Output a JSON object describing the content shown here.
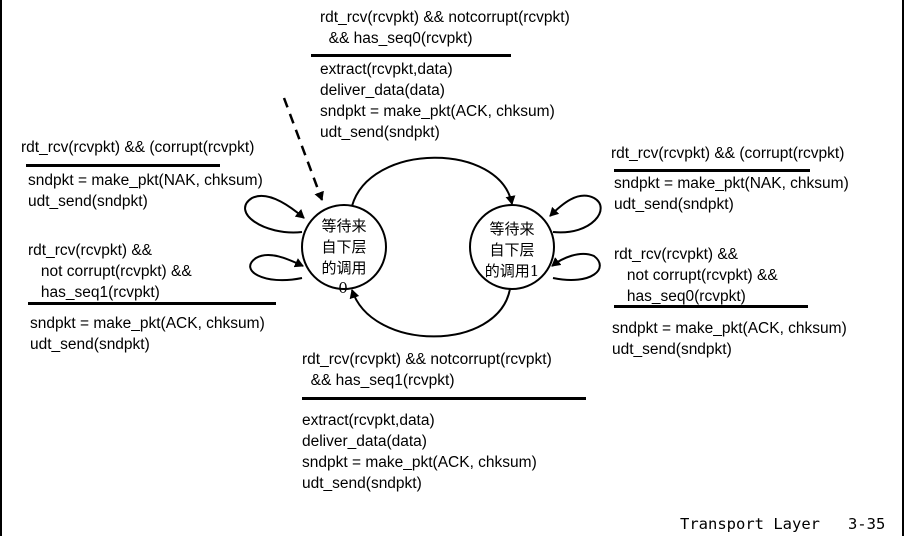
{
  "transitions": {
    "top": {
      "event": "rdt_rcv(rcvpkt) && notcorrupt(rcvpkt)\n  && has_seq0(rcvpkt)",
      "actions": "extract(rcvpkt,data)\ndeliver_data(data)\nsndpkt = make_pkt(ACK, chksum)\nudt_send(sndpkt)"
    },
    "left_upper": {
      "event": "rdt_rcv(rcvpkt) && (corrupt(rcvpkt)",
      "actions": "sndpkt = make_pkt(NAK, chksum)\nudt_send(sndpkt)"
    },
    "left_lower": {
      "event": "rdt_rcv(rcvpkt) &&\n   not corrupt(rcvpkt) &&\n   has_seq1(rcvpkt)",
      "actions": "sndpkt = make_pkt(ACK, chksum)\nudt_send(sndpkt)"
    },
    "right_upper": {
      "event": "rdt_rcv(rcvpkt) && (corrupt(rcvpkt)",
      "actions": "sndpkt = make_pkt(NAK, chksum)\nudt_send(sndpkt)"
    },
    "right_lower": {
      "event": "rdt_rcv(rcvpkt) &&\n   not corrupt(rcvpkt) &&\n   has_seq0(rcvpkt)",
      "actions": "sndpkt = make_pkt(ACK, chksum)\nudt_send(sndpkt)"
    },
    "bottom": {
      "event": "rdt_rcv(rcvpkt) && notcorrupt(rcvpkt)\n  && has_seq1(rcvpkt)",
      "actions": "extract(rcvpkt,data)\ndeliver_data(data)\nsndpkt = make_pkt(ACK, chksum)\nudt_send(sndpkt)"
    }
  },
  "states": {
    "state0": {
      "label": "等待来\n自下层\n的调用",
      "index": "0"
    },
    "state1": {
      "label": "等待来\n自下层\n的调用1"
    }
  },
  "footer": {
    "text": "Transport Layer   3-35"
  }
}
